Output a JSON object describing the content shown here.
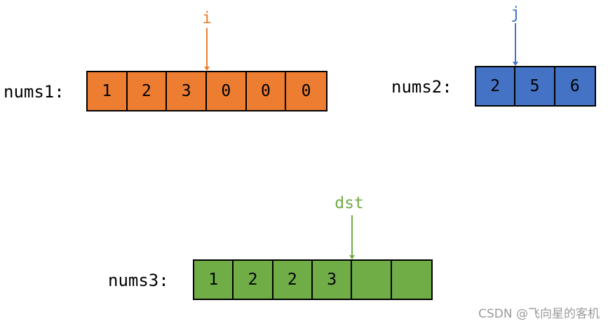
{
  "colors": {
    "nums1_fill": "#ed7d31",
    "nums2_fill": "#4472c4",
    "nums3_fill": "#70ad47",
    "pointer_i": "#ed7d31",
    "pointer_j": "#4472c4",
    "pointer_dst": "#70ad47"
  },
  "arrays": {
    "nums1": {
      "label": "nums1:",
      "cells": [
        "1",
        "2",
        "3",
        "0",
        "0",
        "0"
      ]
    },
    "nums2": {
      "label": "nums2:",
      "cells": [
        "2",
        "5",
        "6"
      ]
    },
    "nums3": {
      "label": "nums3:",
      "cells": [
        "1",
        "2",
        "2",
        "3",
        "",
        ""
      ]
    }
  },
  "pointers": {
    "i": {
      "label": "i",
      "array": "nums1",
      "index": 3
    },
    "j": {
      "label": "j",
      "array": "nums2",
      "index": 1
    },
    "dst": {
      "label": "dst",
      "array": "nums3",
      "index": 4
    }
  },
  "watermark": "CSDN @飞向星的客机"
}
